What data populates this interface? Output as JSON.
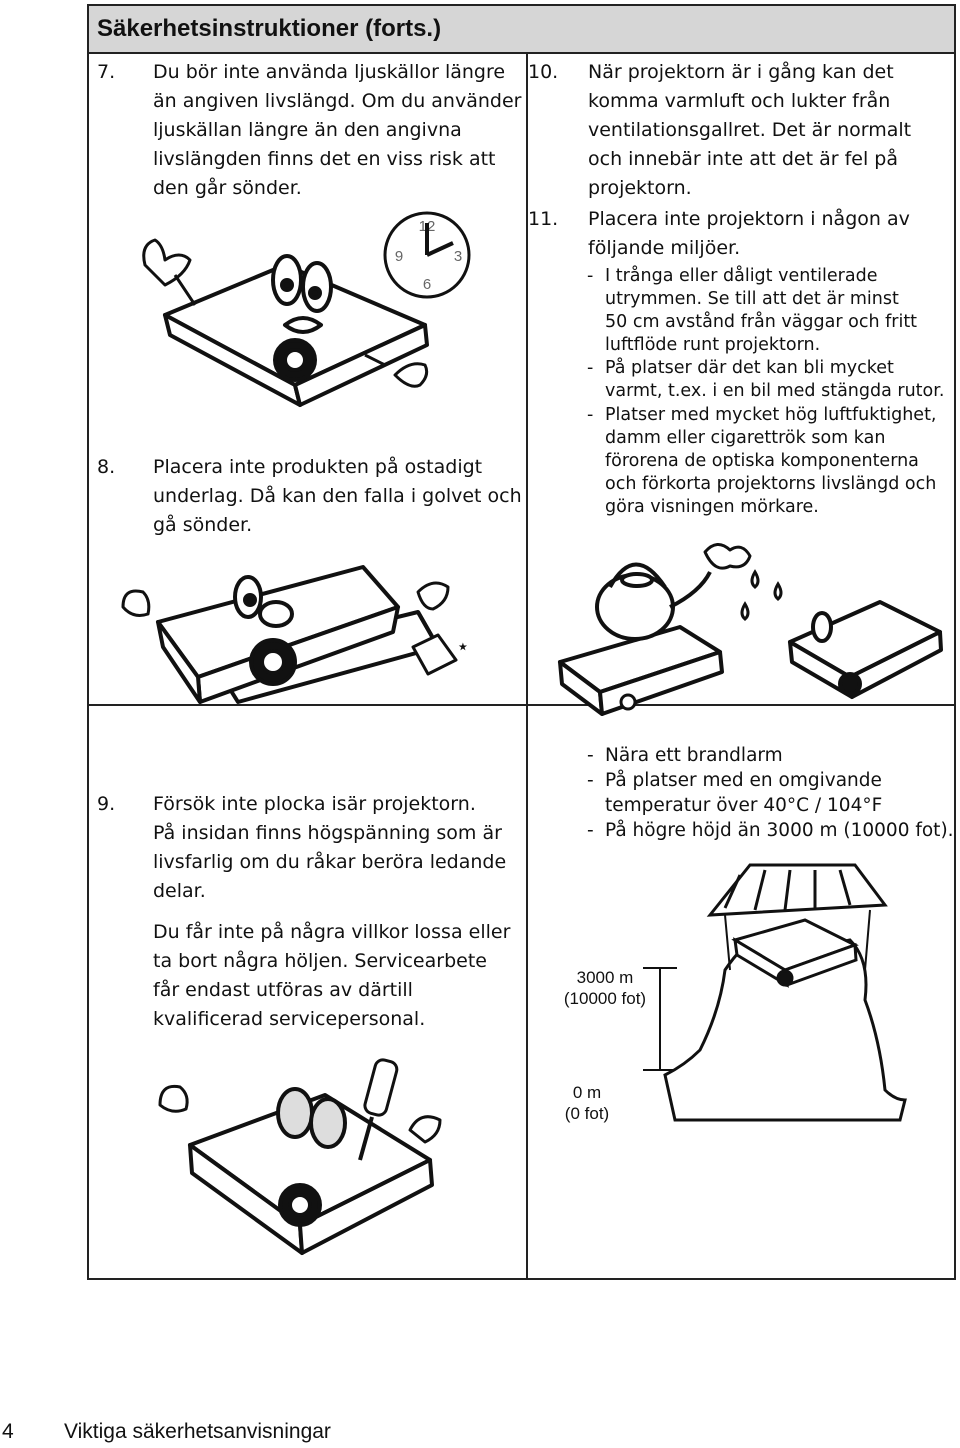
{
  "header": {
    "title": "Säkerhetsinstruktioner (forts.)"
  },
  "items": {
    "i7": {
      "num": "7.",
      "lines": [
        "Du bör inte använda ljuskällor längre",
        "än angiven livslängd. Om du använder",
        "ljuskällan längre än den angivna",
        "livslängden finns det en viss risk att",
        "den går sönder."
      ]
    },
    "i8": {
      "num": "8.",
      "lines": [
        "Placera inte produkten på ostadigt",
        "underlag. Då kan den falla i golvet och",
        "gå sönder."
      ]
    },
    "i9": {
      "num": "9.",
      "lines": [
        "Försök inte plocka isär projektorn.",
        "På insidan finns högspänning som är",
        "livsfarlig om du råkar beröra ledande",
        "delar."
      ]
    },
    "i9b": {
      "lines": [
        "Du får inte på några villkor lossa eller",
        "ta bort några höljen. Servicearbete",
        "får endast utföras av därtill",
        "kvalificerad servicepersonal."
      ]
    },
    "i10": {
      "num": "10.",
      "lines": [
        "När projektorn är i gång kan det",
        "komma varmluft och lukter från",
        "ventilationsgallret. Det är normalt",
        "och innebär inte att det är fel på",
        "projektorn."
      ]
    },
    "i11": {
      "num": "11.",
      "lines": [
        "Placera inte projektorn i någon av",
        "följande miljöer."
      ]
    }
  },
  "env_list": [
    {
      "dash": "-",
      "lines": [
        "I trånga eller dåligt ventilerade",
        "utrymmen. Se till att det är minst",
        "50 cm avstånd från väggar och fritt",
        "luftflöde runt projektorn."
      ]
    },
    {
      "dash": "-",
      "lines": [
        "På platser där det kan bli mycket",
        "varmt, t.ex. i en bil med stängda rutor."
      ]
    },
    {
      "dash": "-",
      "lines": [
        "Platser med mycket hög luftfuktighet,",
        "damm eller cigarettrök som kan",
        "förorena de optiska komponenterna",
        "och förkorta projektorns livslängd och",
        "göra visningen mörkare."
      ]
    }
  ],
  "env_list2": [
    {
      "dash": "-",
      "lines": [
        "Nära ett brandlarm"
      ]
    },
    {
      "dash": "-",
      "lines": [
        "På platser med en omgivande",
        "temperatur över 40°C / 104°F"
      ]
    },
    {
      "dash": "-",
      "lines": [
        "På högre höjd än 3000 m (10000 fot)."
      ]
    }
  ],
  "clock": {
    "n12": "12",
    "n3": "3",
    "n6": "6",
    "n9": "9"
  },
  "altitude": {
    "top_line1": "3000 m",
    "top_line2": "(10000 fot)",
    "bottom_line1": "0 m",
    "bottom_line2": "(0 fot)"
  },
  "footer": {
    "page": "4",
    "text": "Viktiga säkerhetsanvisningar"
  }
}
